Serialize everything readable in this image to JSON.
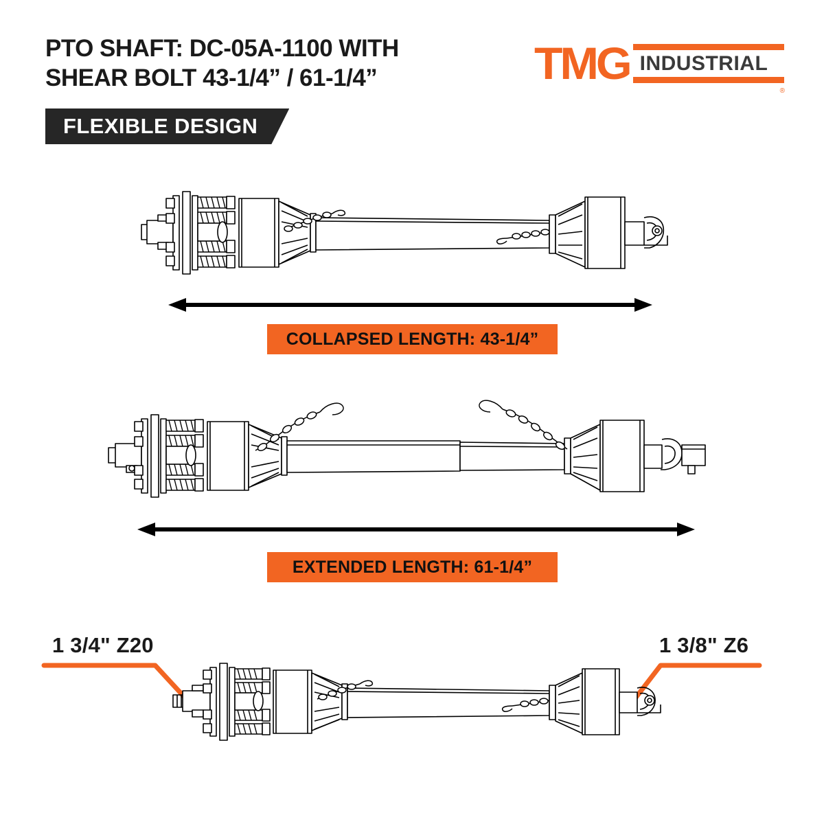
{
  "header": {
    "title_line1": "PTO SHAFT: DC-05A-1100 WITH",
    "title_line2": "SHEAR BOLT 43-1/4” / 61-1/4”",
    "banner_label": "FLEXIBLE DESIGN"
  },
  "logo": {
    "brand": "TMG",
    "word": "INDUSTRIAL",
    "registered": "®",
    "brand_color": "#F26522",
    "word_color": "#3A3A3A"
  },
  "measurements": {
    "collapsed_label": "COLLAPSED LENGTH: 43-1/4”",
    "extended_label": "EXTENDED LENGTH: 61-1/4”",
    "collapsed_value": "43-1/4”",
    "extended_value": "61-1/4”"
  },
  "callouts": {
    "left_spline": "1 3/4\" Z20",
    "right_spline": "1 3/8\" Z6"
  },
  "colors": {
    "orange": "#F26522",
    "banner_black": "#262626",
    "text_black": "#1A1A1A",
    "drawing_line": "#000000"
  },
  "diagrams": {
    "collapsed_caption": "pto-shaft-collapsed-view",
    "extended_caption": "pto-shaft-extended-view",
    "spline_caption": "pto-shaft-spline-detail-view"
  }
}
